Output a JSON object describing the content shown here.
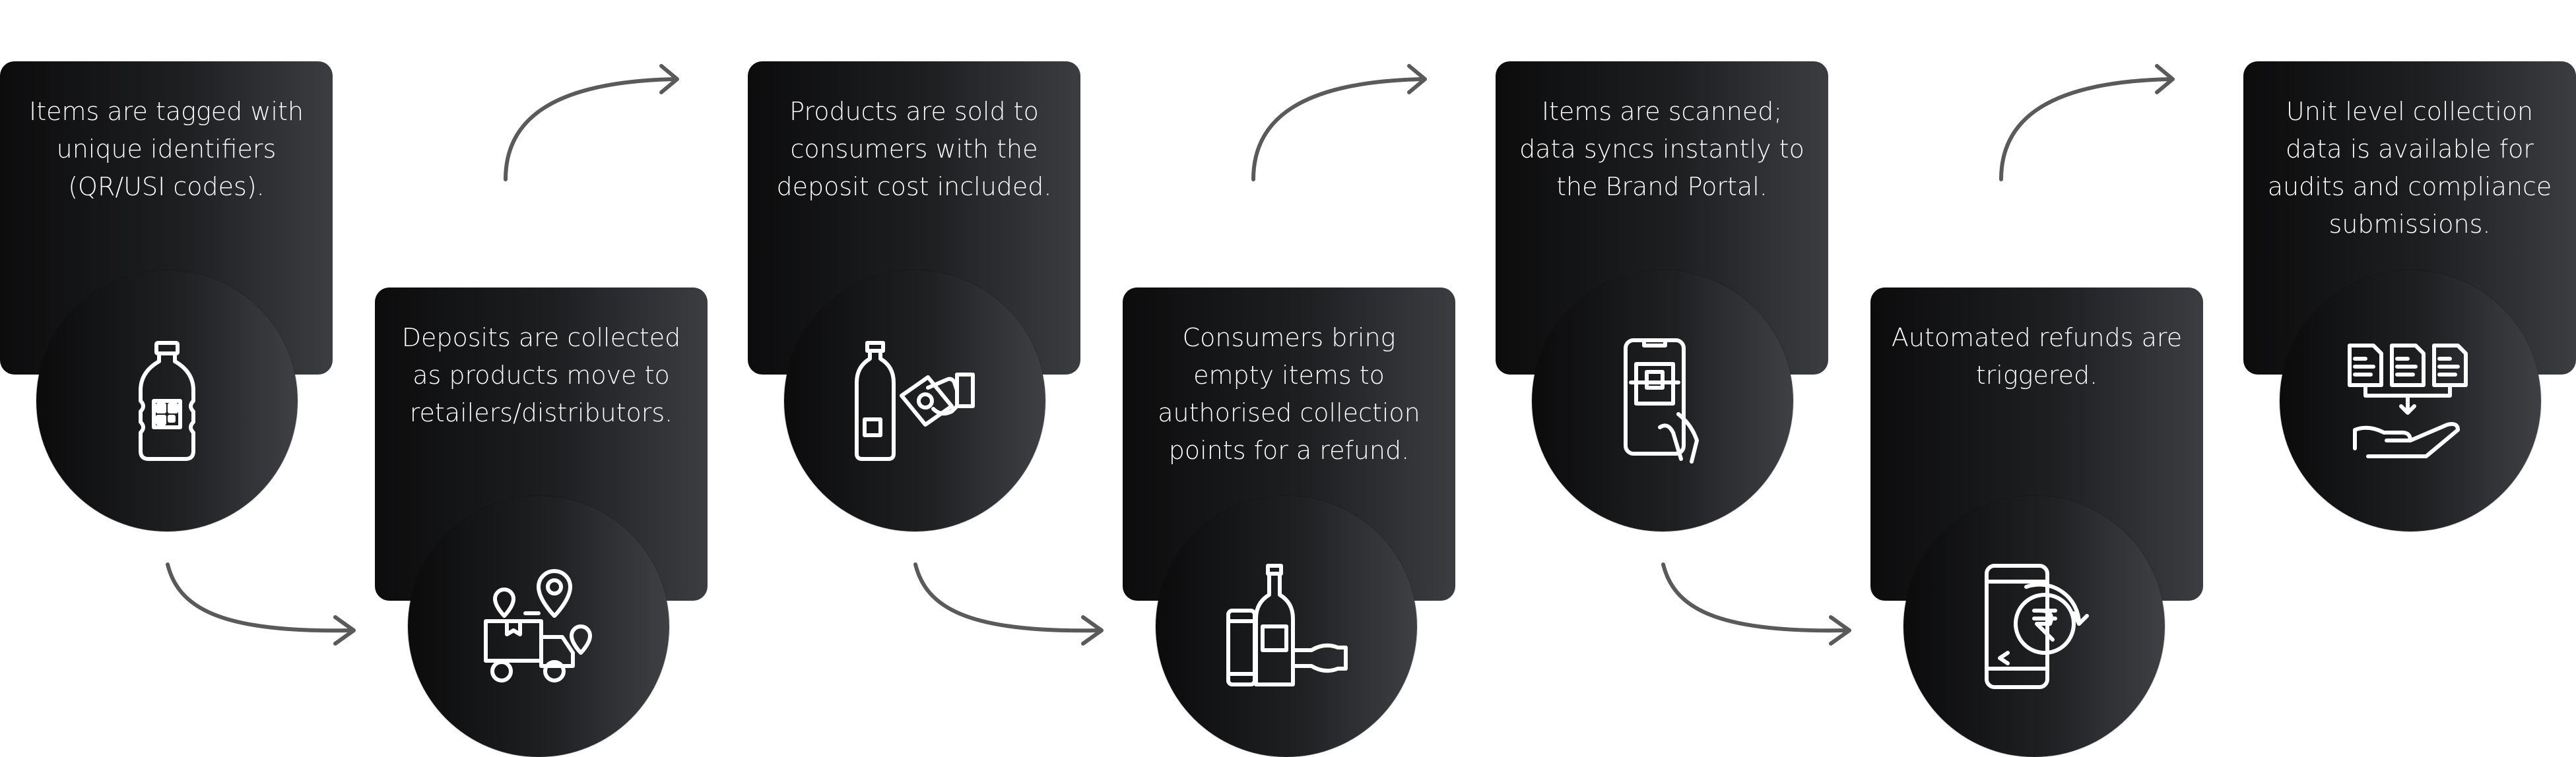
{
  "steps": [
    {
      "text": "Items are tagged with unique identifiers (QR/USI codes).",
      "icon": "qr-bottle-icon"
    },
    {
      "text": "Deposits are collected as products move to retailers/distributors.",
      "icon": "delivery-truck-location-icon"
    },
    {
      "text": "Products are sold to consumers with the deposit cost included.",
      "icon": "bottle-cash-hand-icon"
    },
    {
      "text": "Consumers bring empty items to authorised collection points for a refund.",
      "icon": "bottles-can-icon"
    },
    {
      "text": "Items are scanned; data syncs instantly to the Brand Portal.",
      "icon": "phone-scan-hand-icon"
    },
    {
      "text": "Automated refunds are triggered.",
      "icon": "phone-rupee-refund-icon"
    },
    {
      "text": "Unit level collection data is available for audits and compliance submissions.",
      "icon": "documents-hand-icon"
    }
  ],
  "colors": {
    "card_dark": "#0c0c0d",
    "card_light": "#3b3d41",
    "text": "#ffffff",
    "arrow": "#5a5a5a"
  }
}
